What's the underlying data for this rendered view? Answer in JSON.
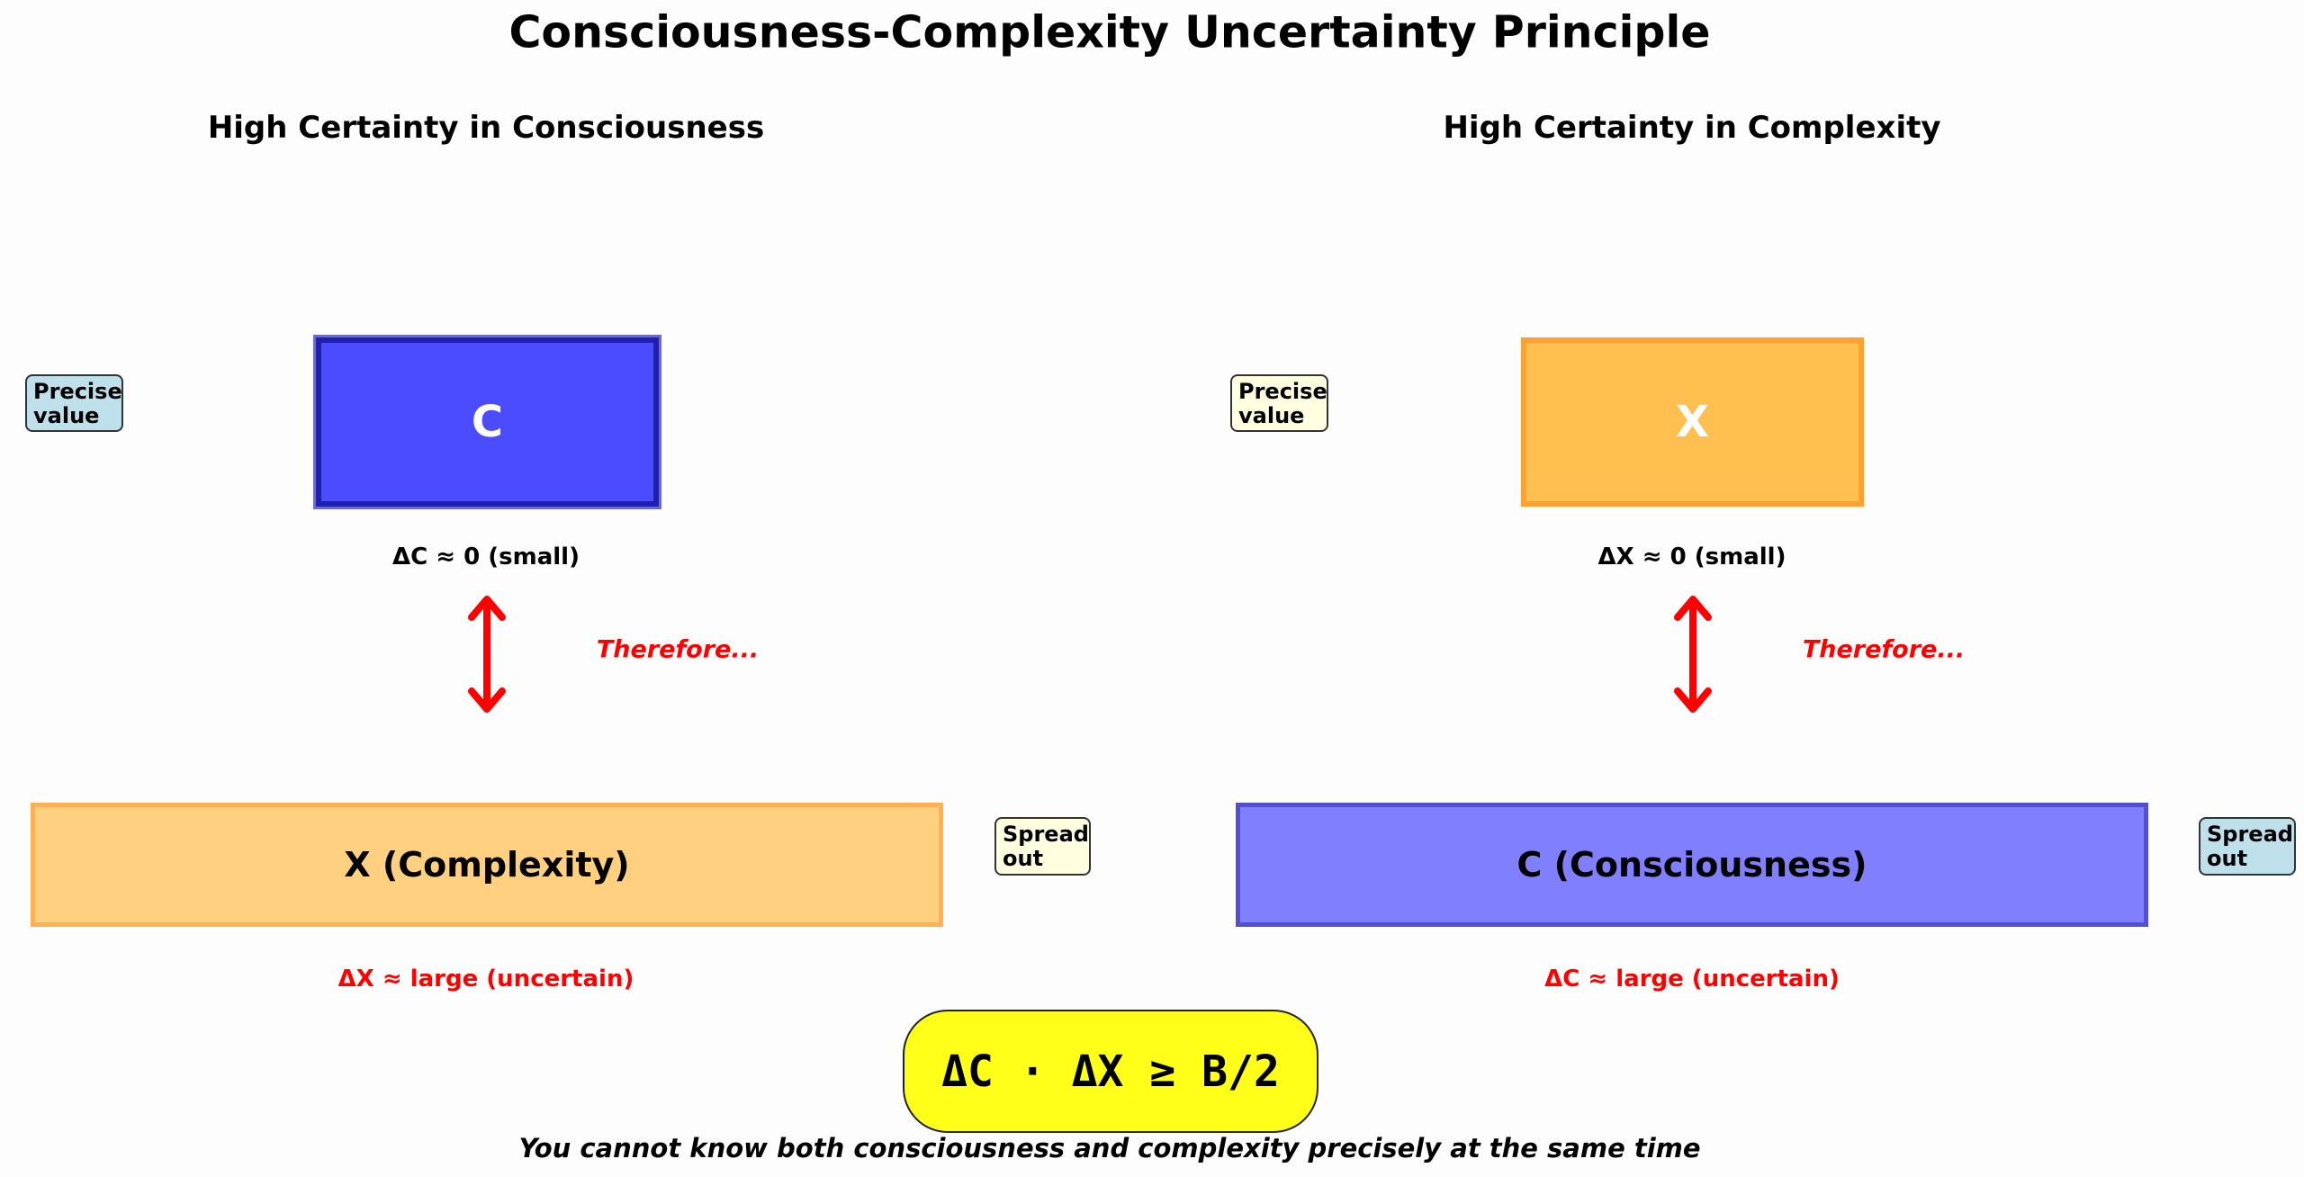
{
  "title": "Consciousness-Complexity Uncertainty Principle",
  "left": {
    "subtitle": "High Certainty in Consciousness",
    "top_box": "C",
    "top_tag": "Precise\nvalue",
    "top_delta": "ΔC ≈ 0 (small)",
    "therefore": "Therefore...",
    "bottom_box": "X (Complexity)",
    "bottom_tag": "Spread\nout",
    "bottom_delta": "ΔX ≈ large (uncertain)"
  },
  "right": {
    "subtitle": "High Certainty in Complexity",
    "top_box": "X",
    "top_tag": "Precise\nvalue",
    "top_delta": "ΔX ≈ 0 (small)",
    "therefore": "Therefore...",
    "bottom_box": "C (Consciousness)",
    "bottom_tag": "Spread\nout",
    "bottom_delta": "ΔC ≈ large (uncertain)"
  },
  "equation": "ΔC · ΔX ≥ B/2",
  "footer": "You cannot know both consciousness and complexity precisely at the same time",
  "colors": {
    "blue": "#4b4bff",
    "light_blue": "#8080ff",
    "orange": "#ffc050",
    "light_orange": "#ffd080",
    "red": "#ff0000",
    "yellow": "#ffff1a"
  }
}
